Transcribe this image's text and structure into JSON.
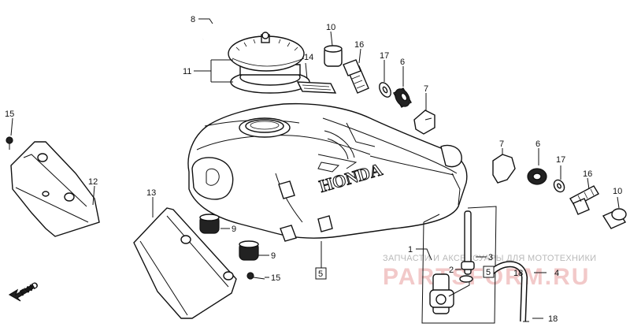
{
  "labels": {
    "p1": "1",
    "p2": "2",
    "p3": "3",
    "p4": "4",
    "p5a": "5",
    "p5b": "5",
    "p6a": "6",
    "p6b": "6",
    "p7a": "7",
    "p7b": "7",
    "p8": "8",
    "p9a": "9",
    "p9b": "9",
    "p10a": "10",
    "p10b": "10",
    "p11": "11",
    "p12": "12",
    "p13": "13",
    "p14": "14",
    "p15a": "15",
    "p15b": "15",
    "p16a": "16",
    "p16b": "16",
    "p17a": "17",
    "p17b": "17",
    "p18a": "18",
    "p18b": "18"
  },
  "tank_logo": "HONDA",
  "fwd_label": "FWD",
  "watermark": {
    "line1": "ЗАПЧАСТИ И АКСЕССУАРЫ ДЛЯ МОТОТЕХНИКИ",
    "line2": "PARTSFORM.RU"
  },
  "colors": {
    "ink": "#111111",
    "watermark_red": "#f2c9c9",
    "watermark_gray": "#b9b9b9"
  }
}
